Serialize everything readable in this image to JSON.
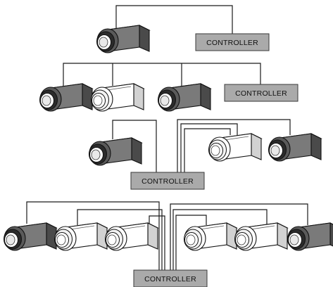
{
  "diagram": {
    "controller_label": "CONTROLLER",
    "colors": {
      "controller_fill": "#aaaaaa",
      "wire": "#1a1a1a",
      "camera_dark": "#7a7a7a",
      "camera_light": "#ffffff",
      "outline": "#111111"
    },
    "groups": [
      {
        "cameras": [
          "dark"
        ]
      },
      {
        "cameras": [
          "dark",
          "light",
          "dark"
        ]
      },
      {
        "cameras": [
          "dark",
          "light",
          "dark"
        ]
      },
      {
        "cameras": [
          "dark",
          "light",
          "light",
          "light",
          "light",
          "dark"
        ]
      }
    ]
  }
}
